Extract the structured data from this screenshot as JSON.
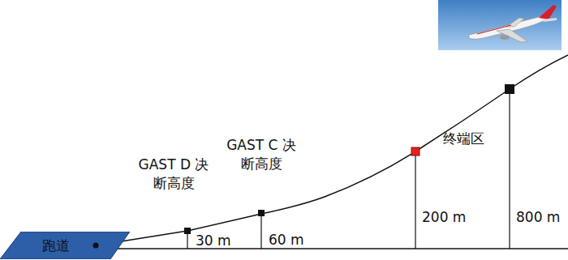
{
  "diagram": {
    "nodes": [
      {
        "text": [
          "跑道"
        ]
      }
    ],
    "labels": [
      "GAST D 决断高度",
      "30 m",
      "GAST C 决断高度",
      "60 m",
      "200 m",
      "终端区",
      "800 m"
    ]
  }
}
